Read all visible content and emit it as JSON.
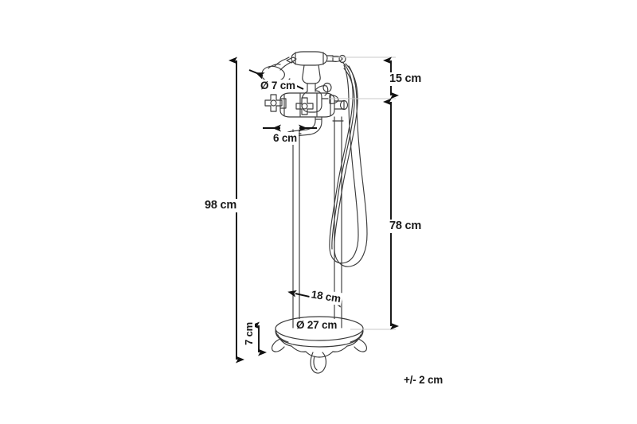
{
  "drawing": {
    "subject": "freestanding bath tub mixer tap with hand shower",
    "units": "cm",
    "background_color": "#ffffff",
    "line_color": "#3b3b3b",
    "dimension_color": "#111111",
    "tolerance_note": "+/- 2 cm"
  },
  "dimensions": {
    "total_height": {
      "label": "98 cm",
      "value": 98,
      "unit": "cm",
      "orientation": "vertical",
      "position": "left"
    },
    "shower_head_drop": {
      "label": "15 cm",
      "value": 15,
      "unit": "cm",
      "orientation": "vertical",
      "position": "right-top"
    },
    "valve_height": {
      "label": "78 cm",
      "value": 78,
      "unit": "cm",
      "orientation": "vertical",
      "position": "right"
    },
    "shower_head_diameter": {
      "label": "Ø 7 cm",
      "value": 7,
      "unit": "cm",
      "orientation": "diameter",
      "position": "upper-left"
    },
    "spout_reach": {
      "label": "6 cm",
      "value": 6,
      "unit": "cm",
      "orientation": "horizontal",
      "position": "spout"
    },
    "leg_spacing": {
      "label": "18 cm",
      "value": 18,
      "unit": "cm",
      "orientation": "horizontal",
      "position": "legs"
    },
    "base_diameter": {
      "label": "Ø 27 cm",
      "value": 27,
      "unit": "cm",
      "orientation": "diameter",
      "position": "base"
    },
    "base_height": {
      "label": "7 cm",
      "value": 7,
      "unit": "cm",
      "orientation": "vertical-rotated",
      "position": "base-left"
    }
  }
}
